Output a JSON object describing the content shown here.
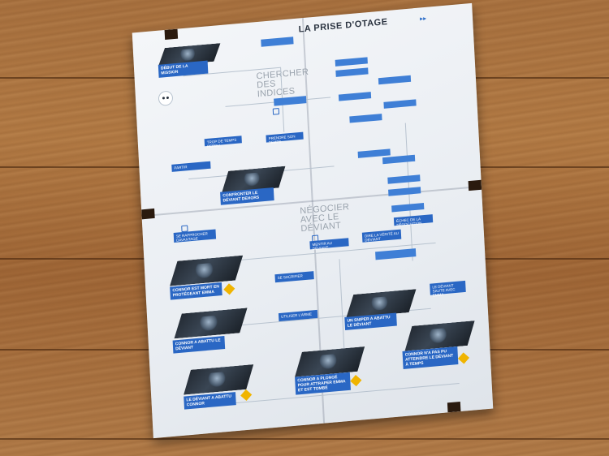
{
  "poster": {
    "title": "LA PRISE D'OTAGE",
    "title_arrows": "▸▸",
    "section_top": "CHERCHER DES INDICES",
    "section_mid": "NÉGOCIER AVEC LE DÉVIANT",
    "scenes": [
      {
        "label": "DÉBUT DE LA MISSION"
      },
      {
        "label": "CONFRONTER LE DÉVIANT DEHORS"
      },
      {
        "label": "CONNOR EST MORT EN PROTÉGEANT EMMA"
      },
      {
        "label": "CONNOR A ABATTU LE DÉVIANT"
      },
      {
        "label": "UN SNIPER A ABATTU LE DÉVIANT"
      },
      {
        "label": "LE DÉVIANT A ABATTU CONNOR"
      },
      {
        "label": "CONNOR A PLONGÉ POUR ATTRAPER EMMA ET EST TOMBÉ"
      },
      {
        "label": "CONNOR N'A PAS PU ATTEINDRE LE DÉVIANT À TEMPS"
      }
    ],
    "decisions": [
      {
        "label": "TROP DE TEMPS PERDU"
      },
      {
        "label": "PRENDRE SON TEMPS"
      },
      {
        "label": "PARTIR"
      },
      {
        "label": "SE RAPPROCHER DAVANTAGE"
      },
      {
        "label": "MENTIR AU DÉVIANT"
      },
      {
        "label": "SE SACRIFIER"
      },
      {
        "label": "UTILISER L'ARME"
      },
      {
        "label": "LE DÉVIANT SAUTE AVEC EMMA"
      },
      {
        "label": "DIRE LA VÉRITÉ AU DÉVIANT"
      },
      {
        "label": "ÉCHEC DE LA NÉGOCIATION"
      }
    ]
  }
}
